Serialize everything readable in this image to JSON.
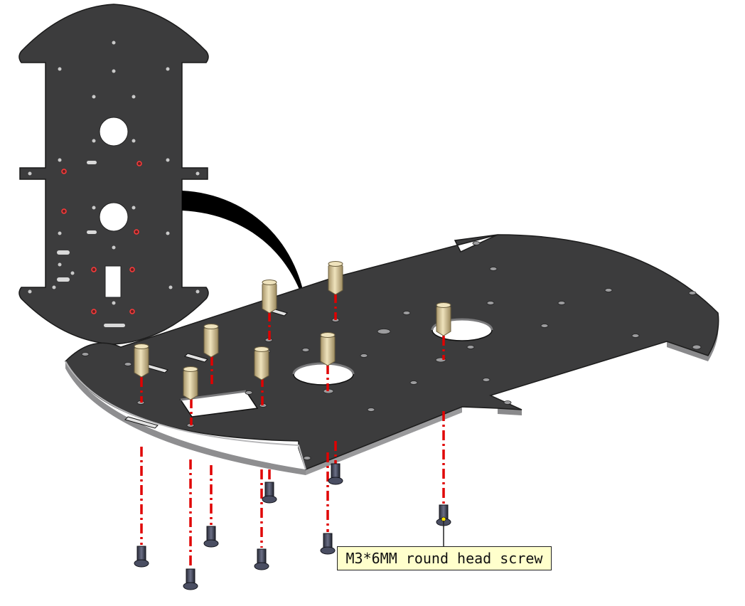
{
  "diagram": {
    "callout_label": "M3*6MM round head screw",
    "colors": {
      "plate_top": "#3c3c3d",
      "plate_edge": "#8e8e90",
      "standoff": "#d6c79a",
      "guide_line": "#e00000",
      "screw": "#3a3d4e",
      "callout_fill": "#ffffcc"
    },
    "parts": [
      "chassis-plate",
      "brass-standoff",
      "round-head-screw"
    ]
  }
}
